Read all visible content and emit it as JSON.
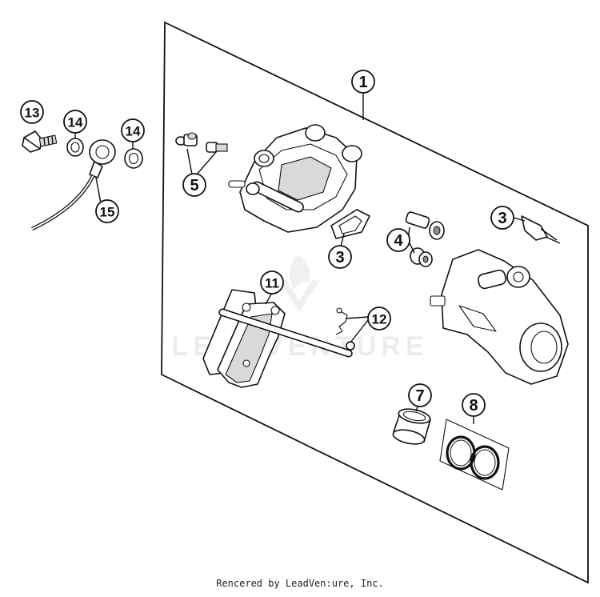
{
  "callouts": {
    "c1": "1",
    "c3a": "3",
    "c3b": "3",
    "c4": "4",
    "c5": "5",
    "c7": "7",
    "c8": "8",
    "c11": "11",
    "c12": "12",
    "c13": "13",
    "c14a": "14",
    "c14b": "14",
    "c15": "15"
  },
  "watermark": "LEADVENTURE",
  "footer": "Rencered by LeadVen:ure, Inc."
}
